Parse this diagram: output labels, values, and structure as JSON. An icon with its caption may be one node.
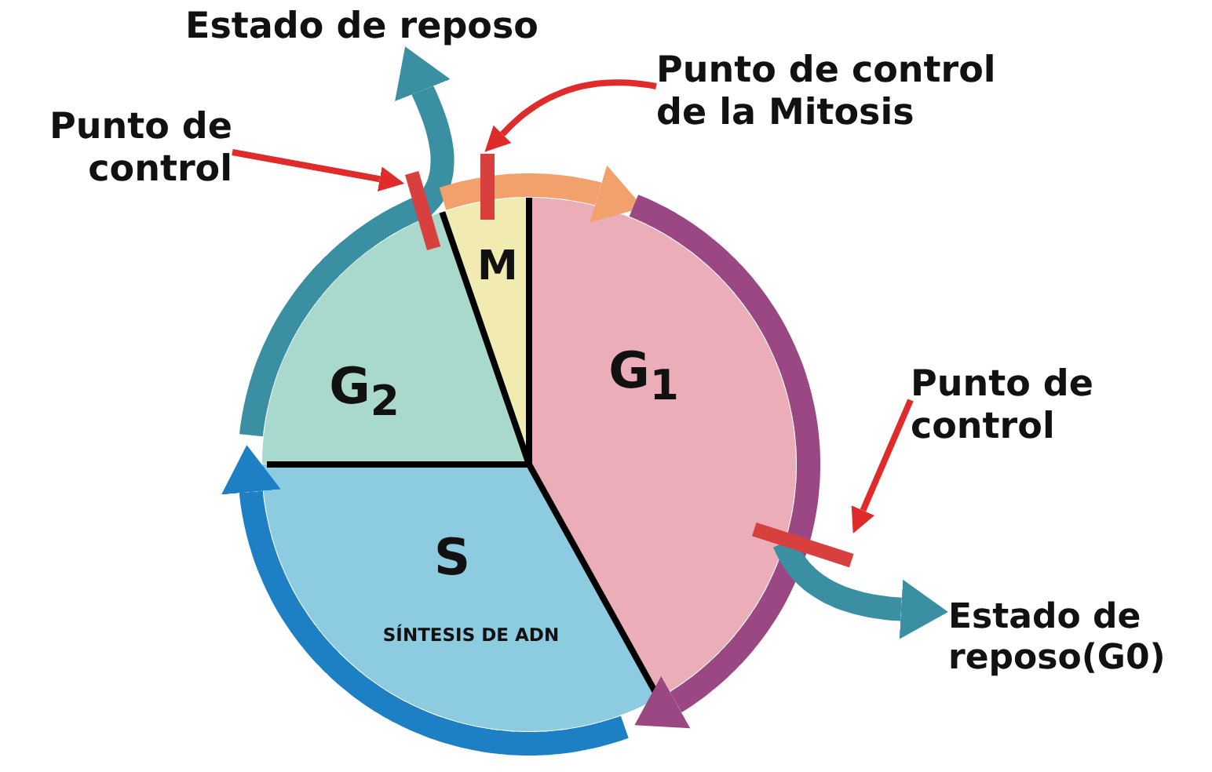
{
  "diagram": {
    "nodes": [
      {
        "text": [
          "Estado de reposo"
        ]
      },
      {
        "text": [
          "Punto de control"
        ]
      },
      {
        "text": [
          "Punto de control de la Mitosis"
        ]
      },
      {
        "text": [
          "M"
        ]
      },
      {
        "text": [
          "G$_{2}$"
        ]
      },
      {
        "text": [
          "G$_{1}$"
        ]
      },
      {
        "text": [
          "S",
          "SÍNTESIS DE ADN"
        ]
      },
      {
        "text": [
          "Punto de control"
        ]
      },
      {
        "text": [
          "Estado de reposo(G0)"
        ]
      },
      {
        "text": [],
        "shape": "bar"
      },
      {
        "text": [],
        "shape": "bar"
      },
      {
        "text": [],
        "shape": "bar"
      }
    ],
    "edges": [
      {
        "from": 1,
        "to": 9,
        "arrow": "to",
        "color": "#e02b2b"
      },
      {
        "from": 2,
        "to": 10,
        "arrow": "to",
        "color": "#e02b2b"
      },
      {
        "from": 7,
        "to": 11,
        "arrow": "to",
        "color": "#e02b2b"
      },
      {
        "from": 4,
        "to": 0,
        "arrow": "to",
        "color": "#3a8fa3"
      },
      {
        "from": 3,
        "to": 5,
        "arrow": "to",
        "color": "#f2a06c"
      },
      {
        "from": 5,
        "to": 6,
        "arrow": "to",
        "color": "#9a4784"
      },
      {
        "from": 6,
        "to": 4,
        "arrow": "to",
        "color": "#1e80c4"
      },
      {
        "from": 5,
        "to": 8,
        "arrow": "to",
        "color": "#3a8fa3"
      }
    ]
  }
}
